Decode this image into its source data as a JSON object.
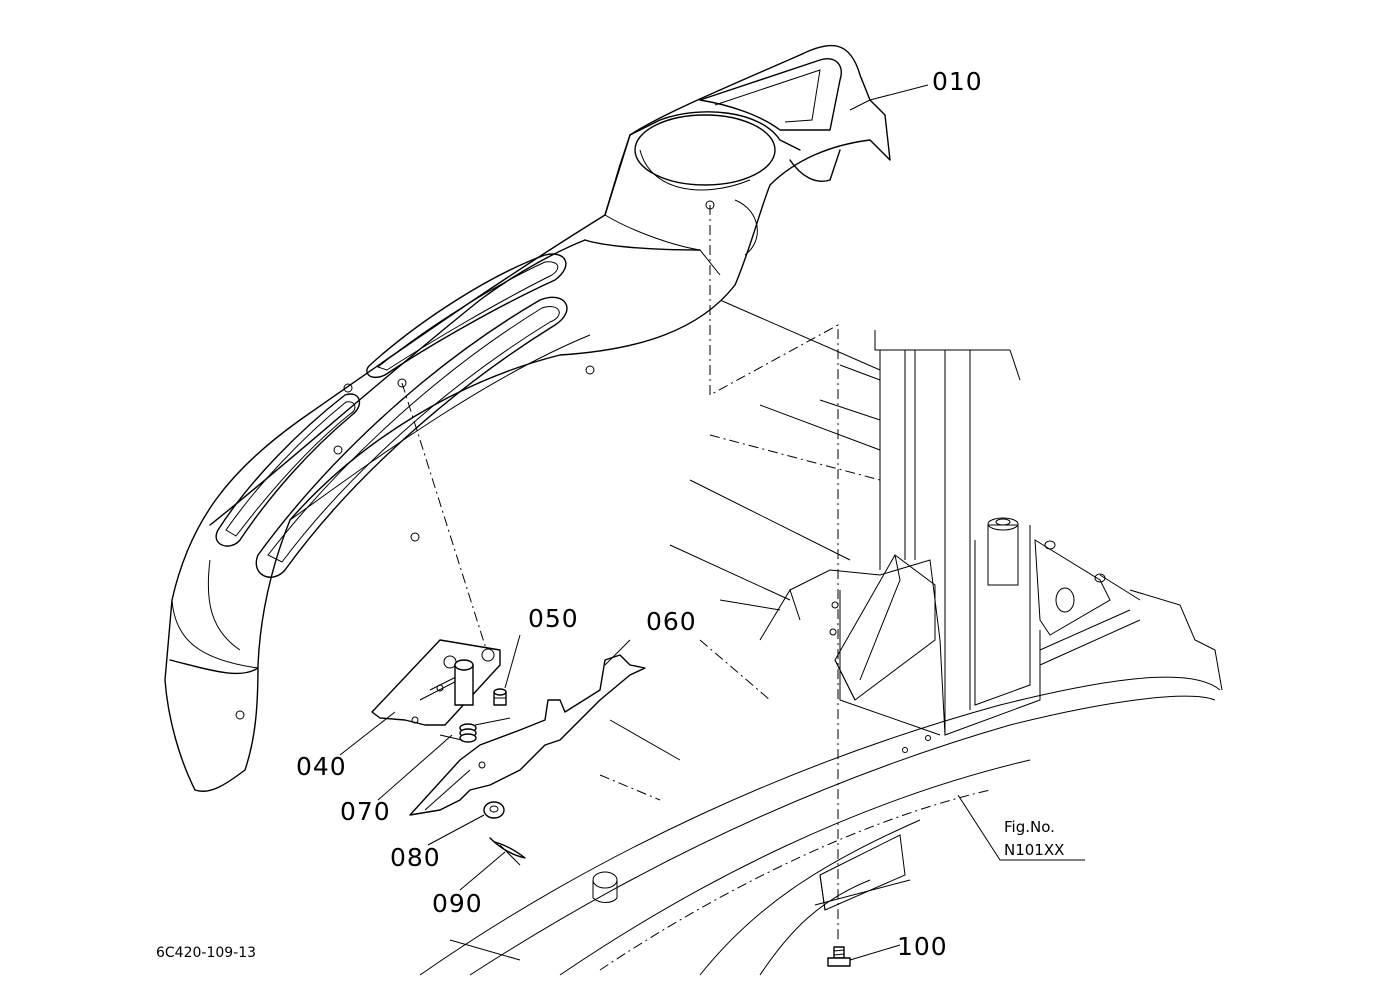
{
  "callouts": {
    "p010": "010",
    "p040": "040",
    "p050": "050",
    "p060": "060",
    "p070": "070",
    "p080": "080",
    "p090": "090",
    "p100": "100"
  },
  "fig_ref": {
    "line1": "Fig.No.",
    "line2": "N101XX"
  },
  "drawing_number": "6C420-109-13"
}
